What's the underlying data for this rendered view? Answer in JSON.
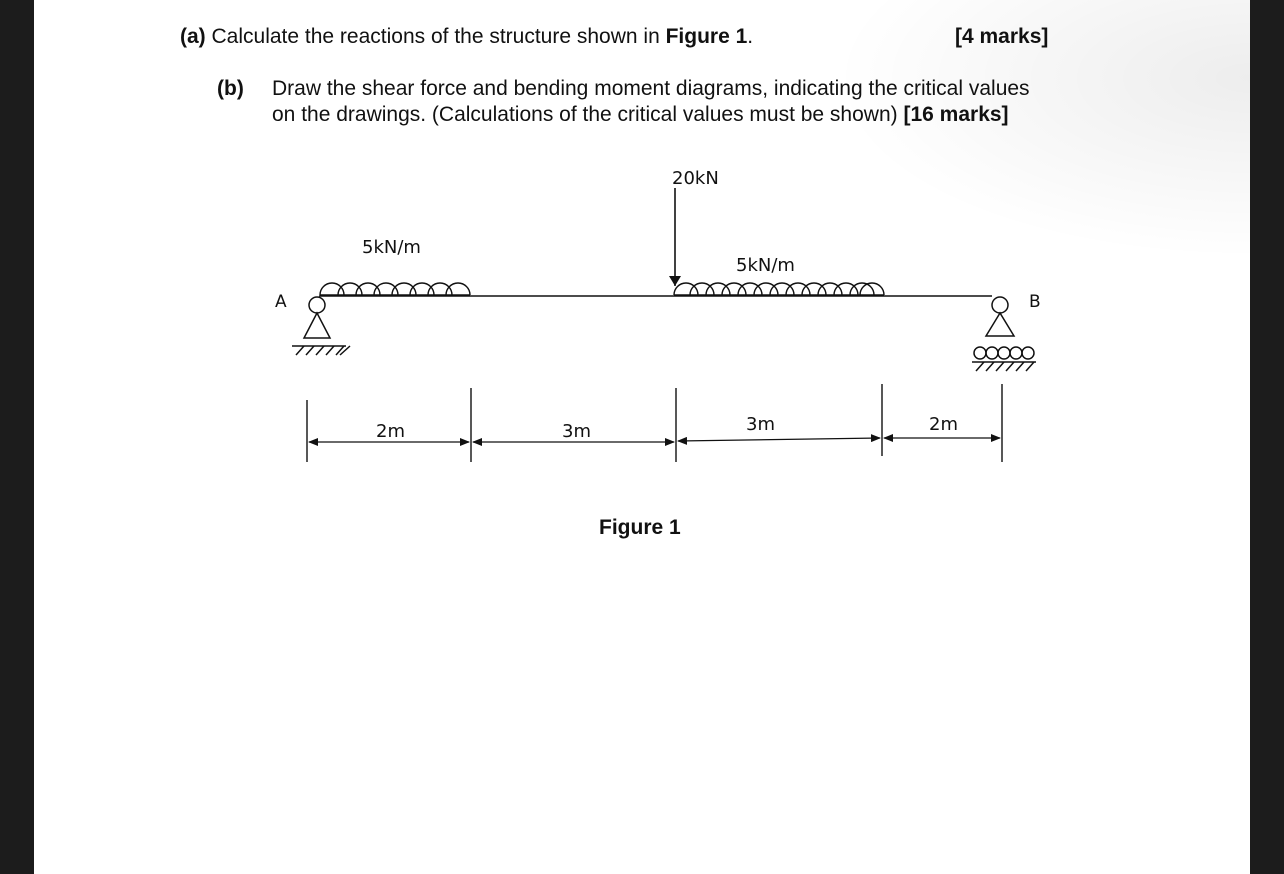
{
  "question_a": {
    "label": "(a)",
    "text": "Calculate the reactions of the structure shown in",
    "fig_ref": "Figure 1",
    "period": ".",
    "marks": "[4 marks]"
  },
  "question_b": {
    "label": "(b)",
    "line1": "Draw the shear force and bending moment diagrams, indicating the critical values",
    "line2": "on the drawings. (Calculations of the critical values must be shown)",
    "marks": "[16 marks]"
  },
  "figure": {
    "caption": "Figure 1",
    "support_a_label": "A",
    "support_b_label": "B",
    "point_load_label": "20kN",
    "udl_left_label": "5kN/m",
    "udl_right_label": "5kN/m",
    "dimensions": [
      {
        "label": "2m",
        "length_m": 2
      },
      {
        "label": "3m",
        "length_m": 3
      },
      {
        "label": "3m",
        "length_m": 3
      },
      {
        "label": "2m",
        "length_m": 2
      }
    ]
  }
}
